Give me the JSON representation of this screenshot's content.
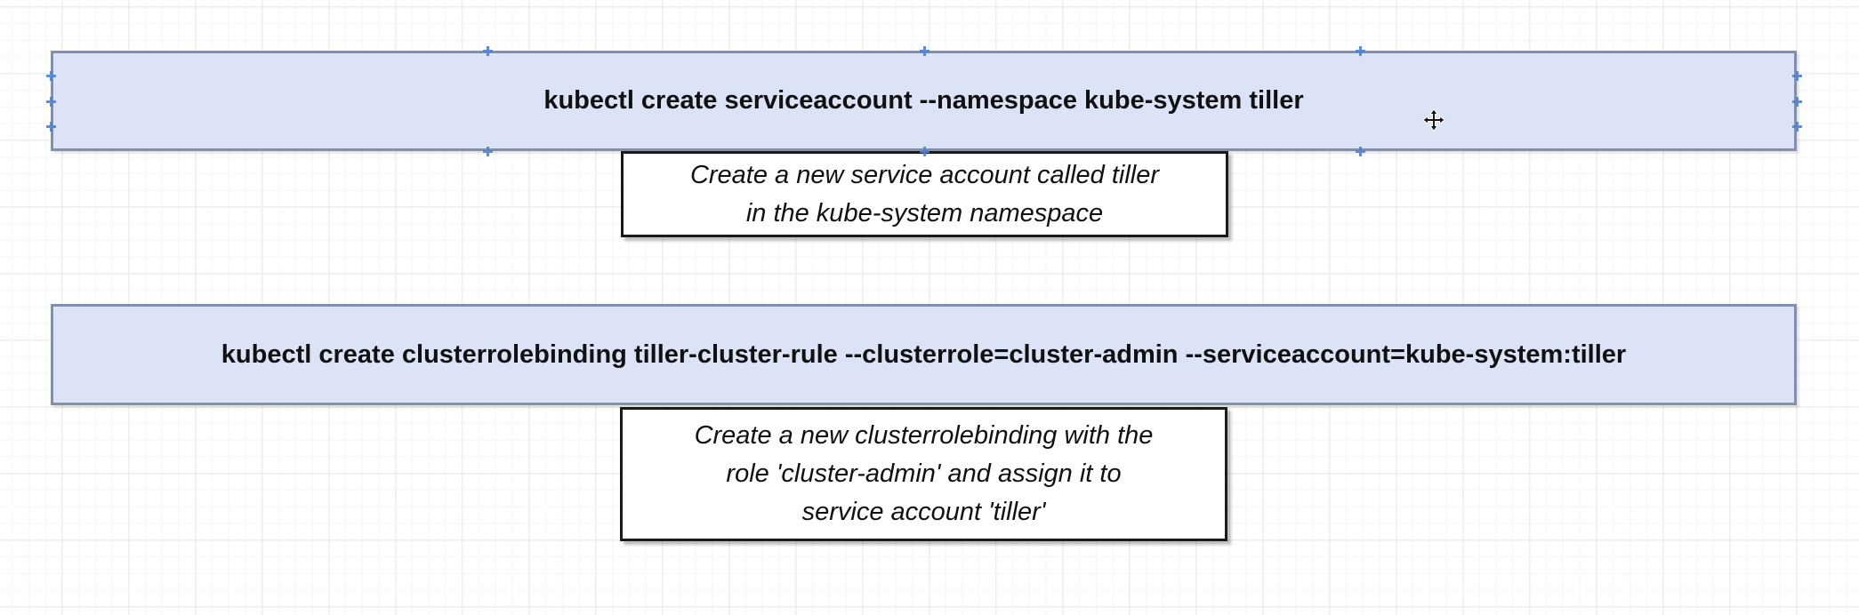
{
  "canvas": {
    "background": "#ffffff",
    "grid_minor_color": "#f8f8f8",
    "grid_major_color": "#eeeeee"
  },
  "colors": {
    "command_fill": "#dce3f6",
    "command_border": "#7f90b2",
    "note_fill": "#ffffff",
    "note_border": "#1a1a1a",
    "connection_point": "#4d82d6",
    "text": "#111111"
  },
  "diagram": {
    "steps": [
      {
        "command": "kubectl create serviceaccount --namespace kube-system tiller",
        "note_lines": [
          "Create a new service account called tiller",
          "in the kube-system namespace"
        ]
      },
      {
        "command": "kubectl create clusterrolebinding tiller-cluster-rule --clusterrole=cluster-admin --serviceaccount=kube-system:tiller",
        "note_lines": [
          "Create a new clusterrolebinding with the",
          "role 'cluster-admin' and assign it to",
          "service account 'tiller'"
        ]
      }
    ]
  },
  "icons": {
    "move_cursor": "✥",
    "connection_point": "+"
  }
}
